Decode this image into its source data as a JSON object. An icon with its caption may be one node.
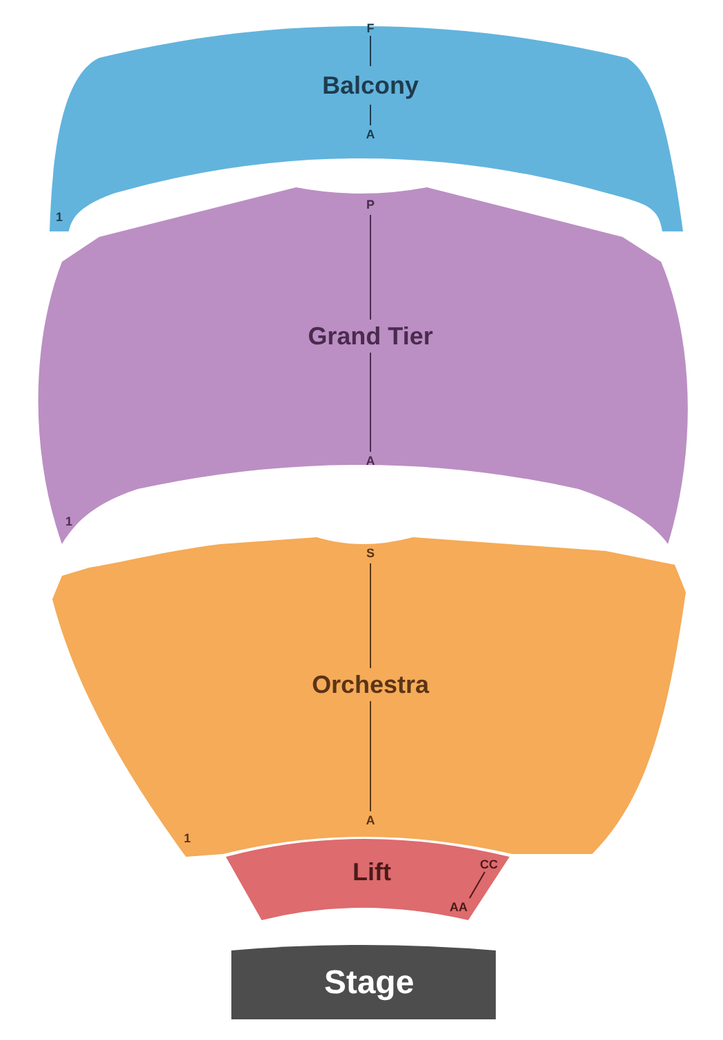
{
  "diagram": {
    "nodes": [
      {
        "text": [
          "Balcony"
        ]
      },
      {
        "text": [
          "Grand Tier"
        ]
      },
      {
        "text": [
          "Orchestra"
        ]
      },
      {
        "text": [
          "Lift"
        ]
      },
      {
        "text": [
          "Stage"
        ]
      }
    ],
    "labels": [
      "F",
      "A",
      "1",
      "P",
      "A",
      "1",
      "S",
      "A",
      "1",
      "CC",
      "AA"
    ]
  }
}
